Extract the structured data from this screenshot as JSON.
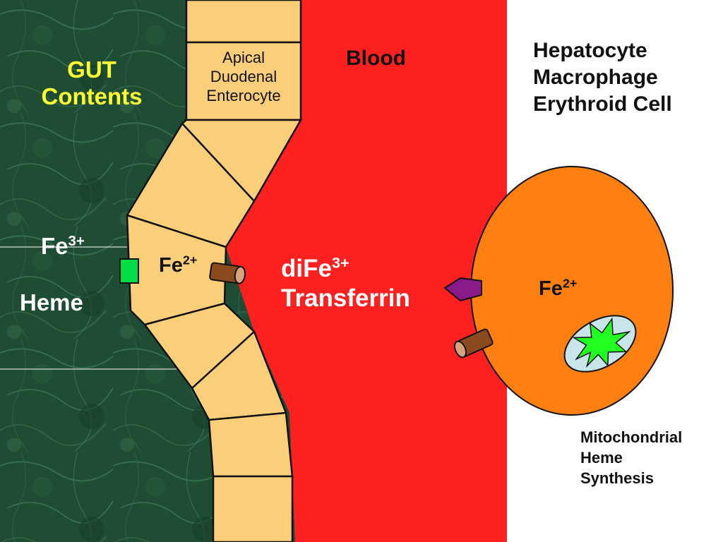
{
  "gut_label": {
    "line1": "GUT",
    "line2": "Contents"
  },
  "enterocyte_label": {
    "line1": "Apical",
    "line2": "Duodenal",
    "line3": "Enterocyte"
  },
  "blood_label": "Blood",
  "target_cells_label": {
    "line1": "Hepatocyte",
    "line2": "Macrophage",
    "line3": "Erythroid Cell"
  },
  "gut_fe": {
    "base": "Fe",
    "charge": "3+"
  },
  "heme_label": "Heme",
  "enterocyte_fe": {
    "base": "Fe",
    "charge": "2+"
  },
  "transferrin_label": {
    "base": "diFe",
    "charge": "3+",
    "line2": "Transferrin"
  },
  "cell_fe": {
    "base": "Fe",
    "charge": "2+"
  },
  "mito_label": {
    "line1": "Mitochondrial",
    "line2": "Heme",
    "line3": "Synthesis"
  },
  "colors": {
    "gut_background": "#1f4d33",
    "gut_text": "#ffff33",
    "enterocyte_fill": "#fbcf7a",
    "blood": "#ff2020",
    "target_cell": "#ff7f10",
    "apical_transporter": "#00dd44",
    "ferroportin": "#8b4a1e",
    "transferrin_receptor": "#8a1a8a",
    "mitochondrion": "#c8e6ea",
    "heme_star": "#22ff22"
  }
}
